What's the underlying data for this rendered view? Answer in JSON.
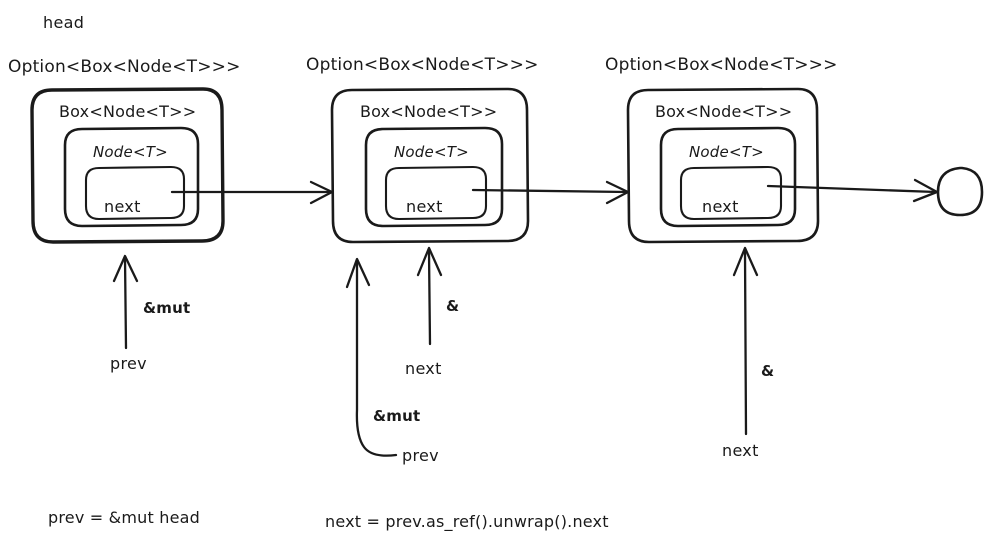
{
  "diagram": {
    "title_note": "head",
    "nodes": [
      {
        "id": "node-1",
        "option_label": "Option<Box<Node<T>>>",
        "box_label": "Box<Node<T>>",
        "node_label": "Node<T>",
        "field_label": "next",
        "emphasis": "thick"
      },
      {
        "id": "node-2",
        "option_label": "Option<Box<Node<T>>>",
        "box_label": "Box<Node<T>>",
        "node_label": "Node<T>",
        "field_label": "next",
        "emphasis": "normal"
      },
      {
        "id": "node-3",
        "option_label": "Option<Box<Node<T>>>",
        "box_label": "Box<Node<T>>",
        "node_label": "Node<T>",
        "field_label": "next",
        "emphasis": "normal"
      }
    ],
    "terminator": {
      "shape": "circle",
      "label": ""
    },
    "pointers": [
      {
        "id": "prev-to-node1",
        "target": "node-1",
        "ref_kind": "&mut",
        "var_name": "prev"
      },
      {
        "id": "prev-to-node2",
        "target": "node-2",
        "ref_kind": "&mut",
        "var_name": "prev"
      },
      {
        "id": "next-to-node2",
        "target": "node-2",
        "ref_kind": "&",
        "var_name": "next"
      },
      {
        "id": "next-to-node3",
        "target": "node-3",
        "ref_kind": "&",
        "var_name": "next"
      }
    ],
    "captions": [
      {
        "id": "caption-prev",
        "text": "prev = &mut head"
      },
      {
        "id": "caption-next",
        "text": "next = prev.as_ref().unwrap().next"
      }
    ],
    "colors": {
      "ink": "#1a1a1a",
      "background": "#ffffff"
    }
  }
}
